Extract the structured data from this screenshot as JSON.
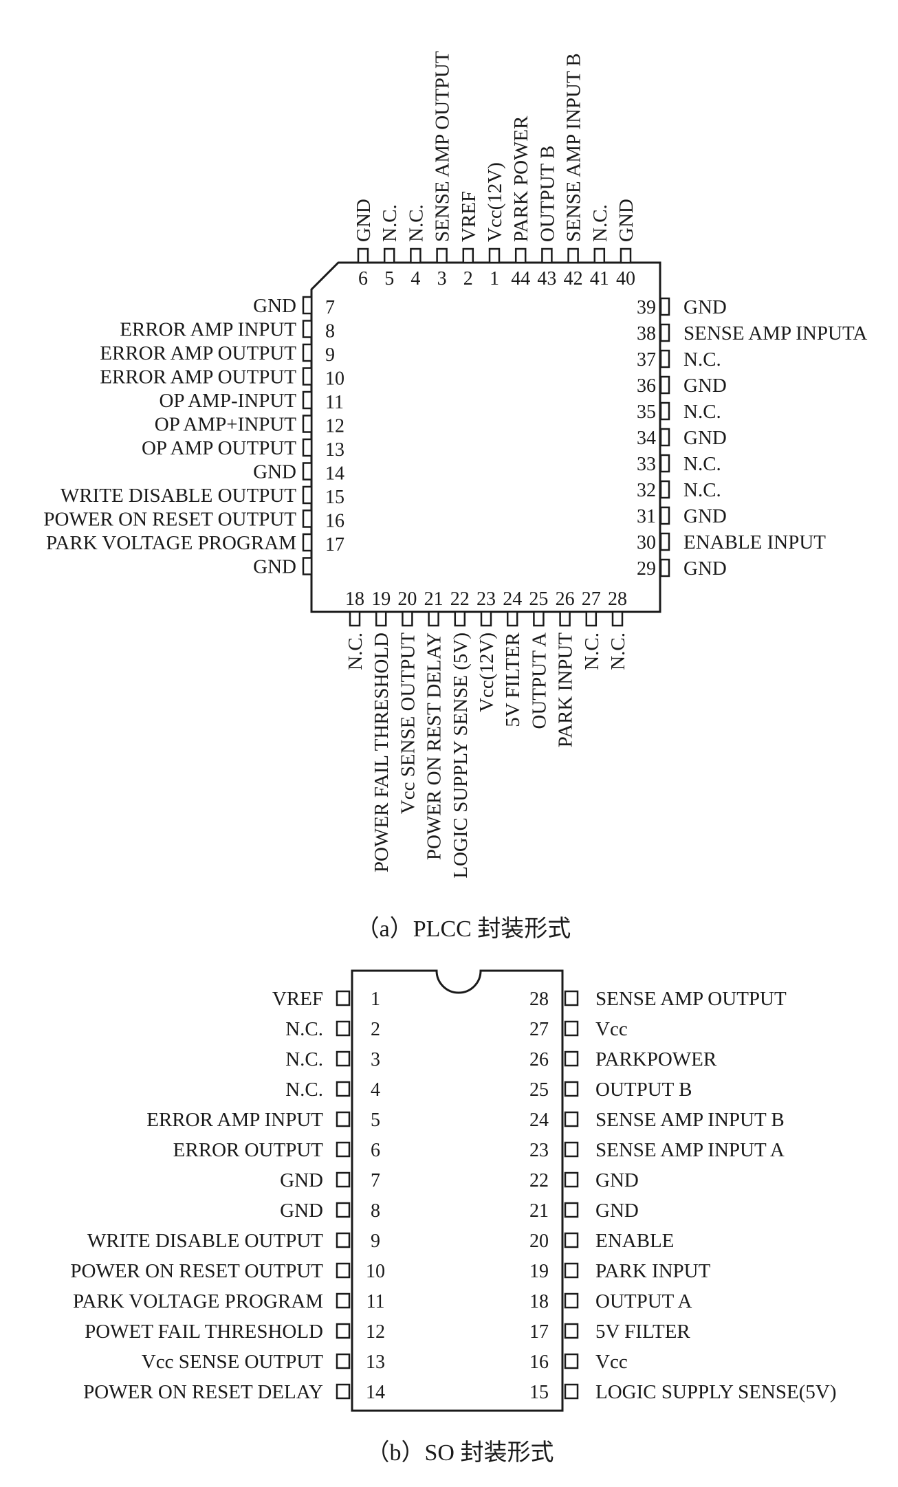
{
  "plcc": {
    "caption": "（a）PLCC 封装形式",
    "top_pins": [
      {
        "num": "6",
        "name": "GND"
      },
      {
        "num": "5",
        "name": "N.C."
      },
      {
        "num": "4",
        "name": "N.C."
      },
      {
        "num": "3",
        "name": "SENSE AMP OUTPUT"
      },
      {
        "num": "2",
        "name": "VREF"
      },
      {
        "num": "1",
        "name": "Vcc(12V)"
      },
      {
        "num": "44",
        "name": "PARK POWER"
      },
      {
        "num": "43",
        "name": "OUTPUT B"
      },
      {
        "num": "42",
        "name": "SENSE AMP INPUT B"
      },
      {
        "num": "41",
        "name": "N.C."
      },
      {
        "num": "40",
        "name": "GND"
      }
    ],
    "left_pins": [
      {
        "num": "7",
        "name": "GND"
      },
      {
        "num": "8",
        "name": "ERROR AMP INPUT"
      },
      {
        "num": "9",
        "name": "ERROR AMP OUTPUT"
      },
      {
        "num": "10",
        "name": "ERROR AMP OUTPUT"
      },
      {
        "num": "11",
        "name": "OP AMP-INPUT"
      },
      {
        "num": "12",
        "name": "OP AMP+INPUT"
      },
      {
        "num": "13",
        "name": "OP AMP OUTPUT"
      },
      {
        "num": "14",
        "name": "GND"
      },
      {
        "num": "15",
        "name": "WRITE DISABLE OUTPUT"
      },
      {
        "num": "16",
        "name": "POWER ON RESET OUTPUT"
      },
      {
        "num": "17",
        "name": "PARK VOLTAGE PROGRAM"
      },
      {
        "num": "",
        "name": "GND"
      }
    ],
    "right_pins": [
      {
        "num": "39",
        "name": "GND"
      },
      {
        "num": "38",
        "name": "SENSE AMP INPUTA"
      },
      {
        "num": "37",
        "name": "N.C."
      },
      {
        "num": "36",
        "name": "GND"
      },
      {
        "num": "35",
        "name": "N.C."
      },
      {
        "num": "34",
        "name": "GND"
      },
      {
        "num": "33",
        "name": "N.C."
      },
      {
        "num": "32",
        "name": "N.C."
      },
      {
        "num": "31",
        "name": "GND"
      },
      {
        "num": "30",
        "name": "ENABLE INPUT"
      },
      {
        "num": "29",
        "name": "GND"
      }
    ],
    "bottom_pins": [
      {
        "num": "18",
        "name": "N.C."
      },
      {
        "num": "19",
        "name": "POWER FAIL THRESHOLD"
      },
      {
        "num": "20",
        "name": "Vcc SENSE OUTPUT"
      },
      {
        "num": "21",
        "name": "POWER ON REST DELAY"
      },
      {
        "num": "22",
        "name": "LOGIC SUPPLY SENSE (5V)"
      },
      {
        "num": "23",
        "name": "Vcc(12V)"
      },
      {
        "num": "24",
        "name": "5V FILTER"
      },
      {
        "num": "25",
        "name": "OUTPUT A"
      },
      {
        "num": "26",
        "name": "PARK INPUT"
      },
      {
        "num": "27",
        "name": "N.C."
      },
      {
        "num": "28",
        "name": "N.C."
      }
    ]
  },
  "so": {
    "caption": "（b）SO 封装形式",
    "left_pins": [
      {
        "num": "1",
        "name": "VREF"
      },
      {
        "num": "2",
        "name": "N.C."
      },
      {
        "num": "3",
        "name": "N.C."
      },
      {
        "num": "4",
        "name": "N.C."
      },
      {
        "num": "5",
        "name": "ERROR AMP INPUT"
      },
      {
        "num": "6",
        "name": "ERROR OUTPUT"
      },
      {
        "num": "7",
        "name": "GND"
      },
      {
        "num": "8",
        "name": "GND"
      },
      {
        "num": "9",
        "name": "WRITE DISABLE OUTPUT"
      },
      {
        "num": "10",
        "name": "POWER ON RESET OUTPUT"
      },
      {
        "num": "11",
        "name": "PARK VOLTAGE PROGRAM"
      },
      {
        "num": "12",
        "name": "POWET FAIL THRESHOLD"
      },
      {
        "num": "13",
        "name": "Vcc SENSE OUTPUT"
      },
      {
        "num": "14",
        "name": "POWER ON RESET DELAY"
      }
    ],
    "right_pins": [
      {
        "num": "28",
        "name": "SENSE AMP OUTPUT"
      },
      {
        "num": "27",
        "name": "Vcc"
      },
      {
        "num": "26",
        "name": "PARKPOWER"
      },
      {
        "num": "25",
        "name": "OUTPUT B"
      },
      {
        "num": "24",
        "name": "SENSE AMP INPUT B"
      },
      {
        "num": "23",
        "name": "SENSE AMP INPUT A"
      },
      {
        "num": "22",
        "name": "GND"
      },
      {
        "num": "21",
        "name": "GND"
      },
      {
        "num": "20",
        "name": "ENABLE"
      },
      {
        "num": "19",
        "name": "PARK INPUT"
      },
      {
        "num": "18",
        "name": "OUTPUT A"
      },
      {
        "num": "17",
        "name": "5V FILTER"
      },
      {
        "num": "16",
        "name": "Vcc"
      },
      {
        "num": "15",
        "name": "LOGIC SUPPLY SENSE(5V)"
      }
    ]
  }
}
